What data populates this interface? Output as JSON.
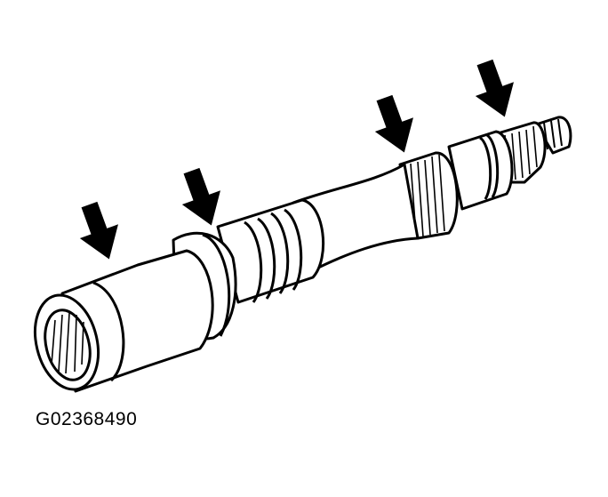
{
  "figure": {
    "code": "G02368490",
    "subject": "shaft",
    "callout_arrows": 4
  },
  "colors": {
    "ink": "#000000",
    "paper": "#ffffff"
  }
}
